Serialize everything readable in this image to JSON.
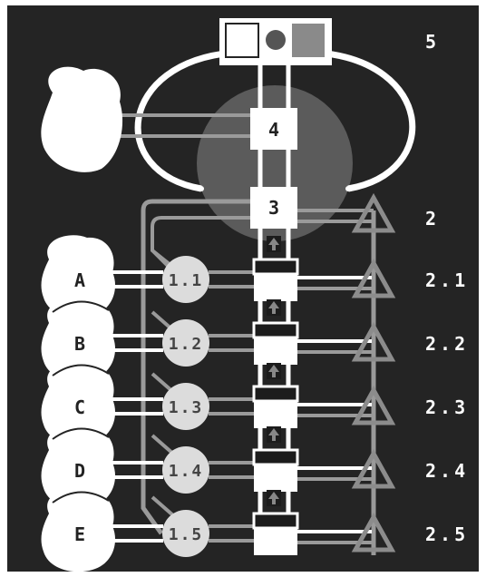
{
  "colors": {
    "background": "#242424",
    "frame": "#ffffff",
    "white": "#ffffff",
    "line_grey": "#9a9a9a",
    "triangle_grey": "#8c8c8c",
    "circle_fill": "#dcdcdc",
    "circle_text": "#444444",
    "overlay_grey": "#6e6e6e",
    "dark_fill": "#1c1c1c",
    "arrow_grey": "#888888"
  },
  "top_box": {
    "left_square": "white-square-icon",
    "middle_dot": "grey-dot-icon",
    "right_square": "grey-square-icon"
  },
  "central_boxes": {
    "box4": "4",
    "box3": "3"
  },
  "right_labels": {
    "label_5": "5",
    "label_2": "2",
    "label_2_1": "2.1",
    "label_2_2": "2.2",
    "label_2_3": "2.3",
    "label_2_4": "2.4",
    "label_2_5": "2.5"
  },
  "blobs": [
    "A",
    "B",
    "C",
    "D",
    "E"
  ],
  "circles": [
    "1.1",
    "1.2",
    "1.3",
    "1.4",
    "1.5"
  ]
}
